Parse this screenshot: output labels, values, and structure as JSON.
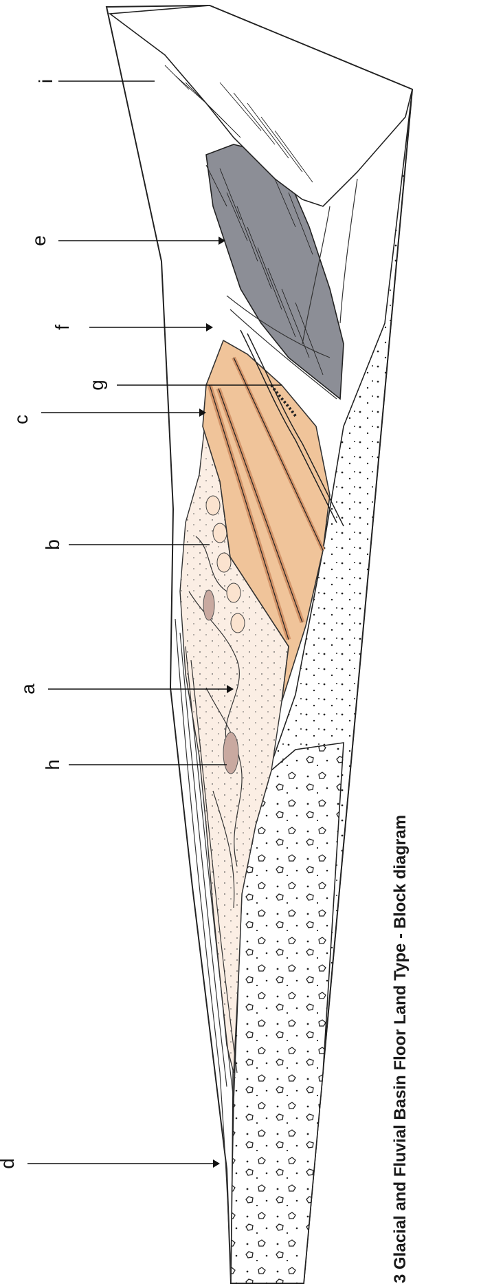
{
  "caption": "3 Glacial and Fluvial Basin Floor Land Type - Block diagram",
  "labels": {
    "i": "i",
    "e": "e",
    "f": "f",
    "g": "g",
    "c": "c",
    "b": "b",
    "a": "a",
    "h": "h",
    "d": "d"
  },
  "colors": {
    "outwash_terrace": "#f0c49a",
    "terrace_edge": "#d4956a",
    "floodplain": "#fbeee4",
    "moraine_shade": "#8c8e96",
    "wetland_patch": "#c9a9a0",
    "ink": "#222222"
  }
}
